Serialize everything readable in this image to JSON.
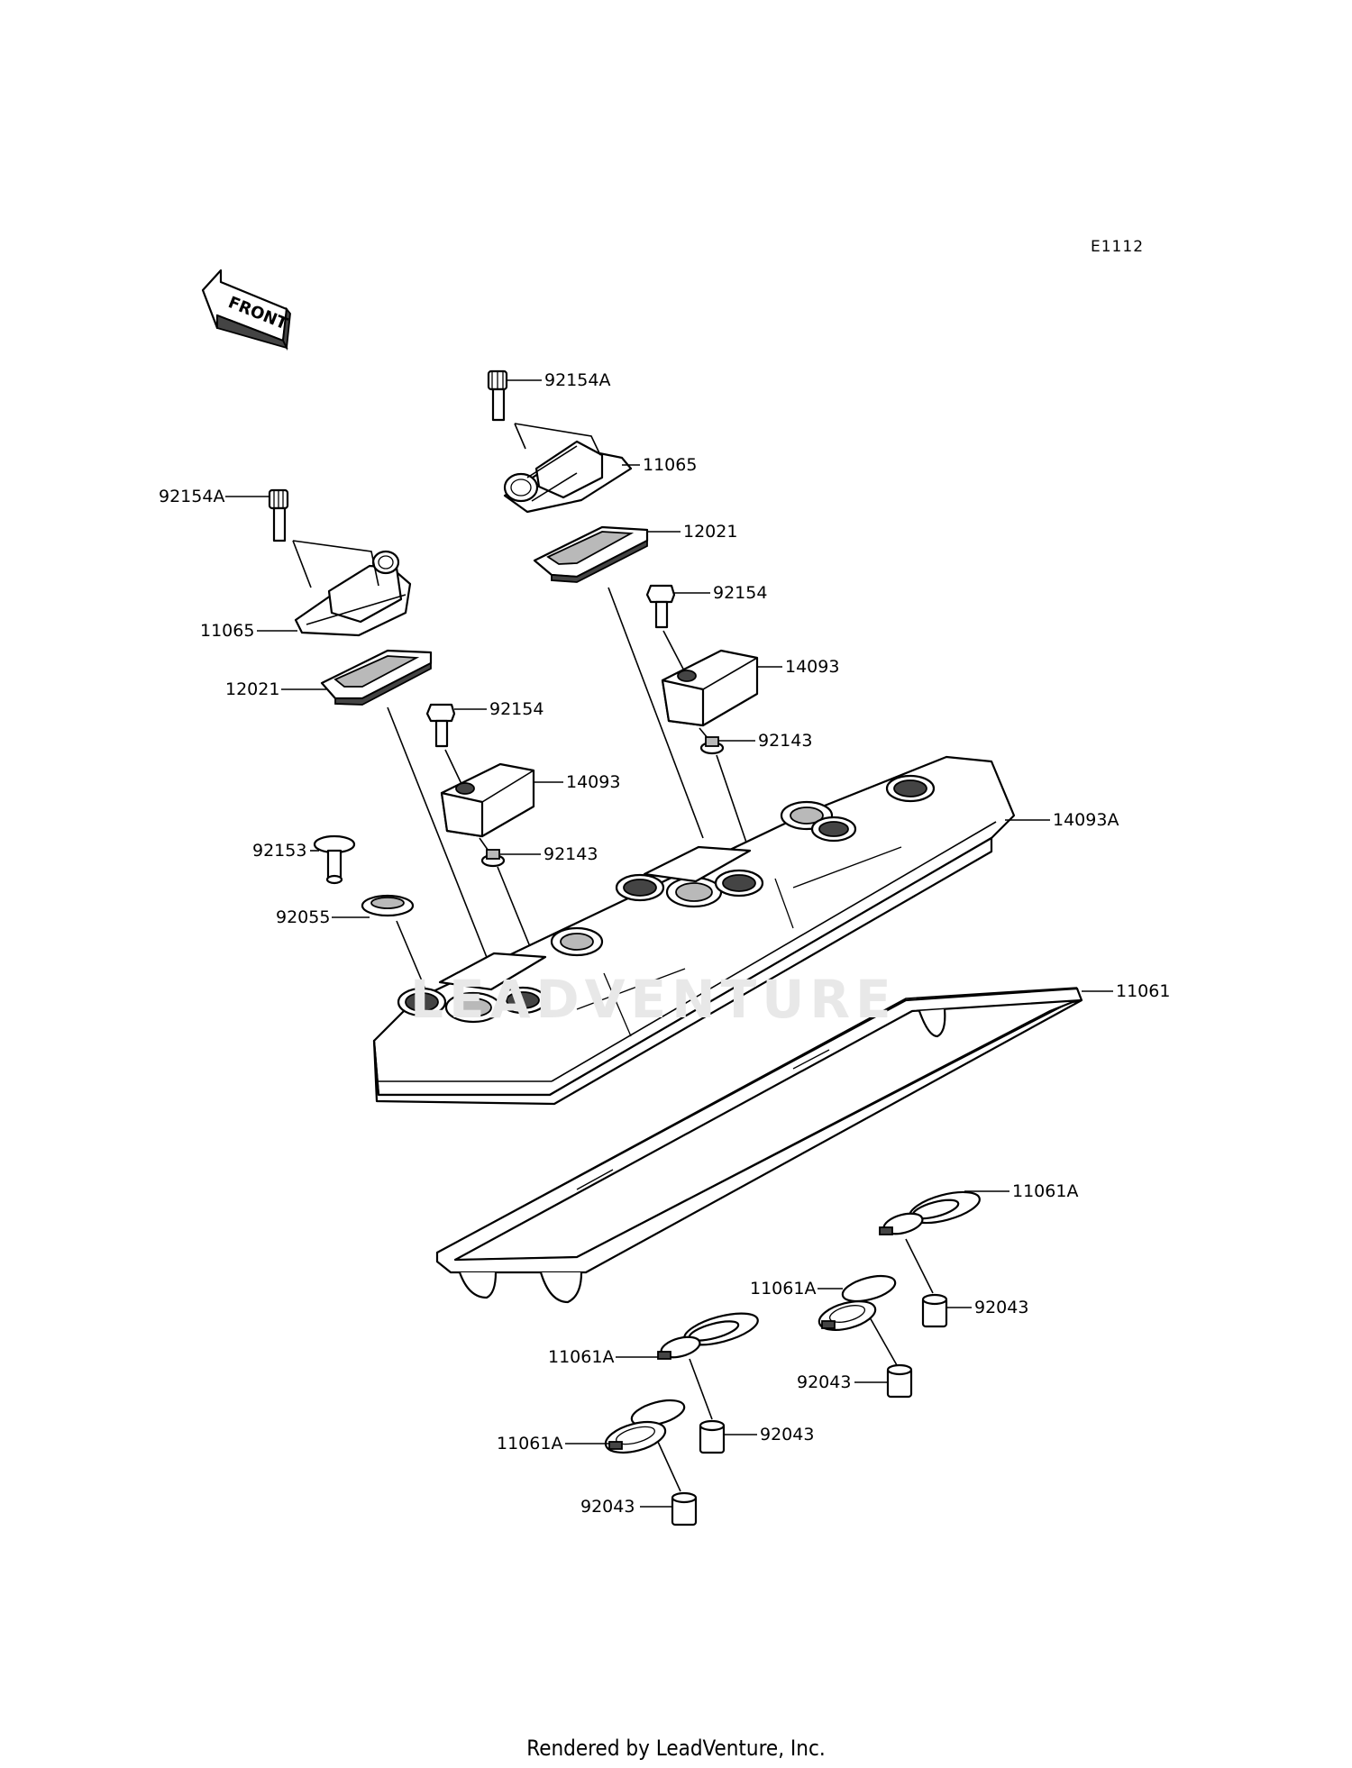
{
  "diagram_code": "E1112",
  "front_label": "FRONT",
  "watermark": "LEADVENTURE",
  "footer": "Rendered by LeadVenture, Inc.",
  "labels": {
    "p92154A_top": "92154A",
    "p11065_top": "11065",
    "p12021_top": "12021",
    "p92154_top": "92154",
    "p14093_top": "14093",
    "p92143_top": "92143",
    "p14093A": "14093A",
    "p92154A_left": "92154A",
    "p11065_left": "11065",
    "p12021_left": "12021",
    "p92154_left": "92154",
    "p14093_left": "14093",
    "p92153": "92153",
    "p92143_left": "92143",
    "p92055": "92055",
    "p11061": "11061",
    "p11061A_1": "11061A",
    "p92043_1": "92043",
    "p11061A_2": "11061A",
    "p92043_2": "92043",
    "p11061A_3": "11061A",
    "p92043_3": "92043",
    "p11061A_4": "11061A",
    "p92043_4": "92043"
  }
}
